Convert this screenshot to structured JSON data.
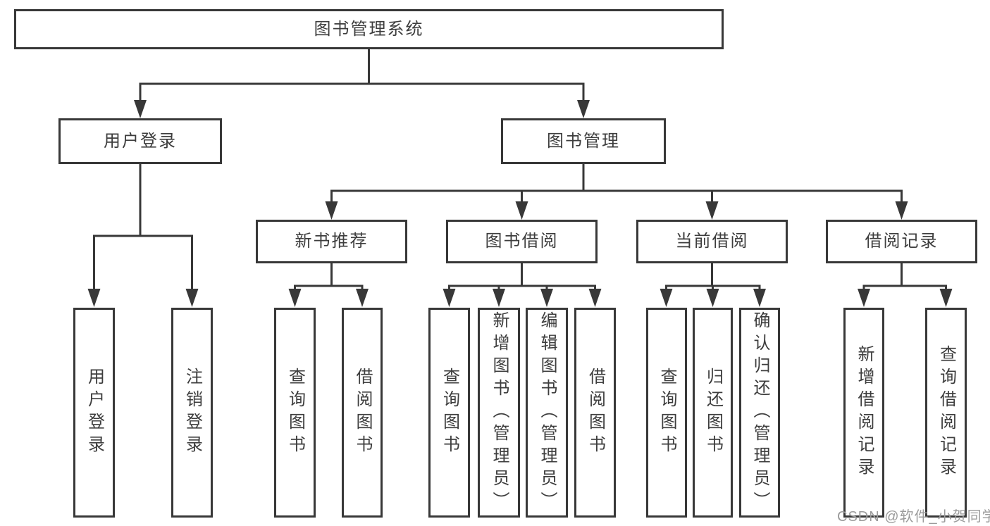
{
  "tree": {
    "root": {
      "label": "图书管理系统",
      "children": [
        {
          "label": "用户登录",
          "children": [
            {
              "label": "用户登录"
            },
            {
              "label": "注销登录"
            }
          ]
        },
        {
          "label": "图书管理",
          "children": [
            {
              "label": "新书推荐",
              "children": [
                {
                  "label": "查询图书"
                },
                {
                  "label": "借阅图书"
                }
              ]
            },
            {
              "label": "图书借阅",
              "children": [
                {
                  "label": "查询图书"
                },
                {
                  "label": "新增图书（管理员）"
                },
                {
                  "label": "编辑图书（管理员）"
                },
                {
                  "label": "借阅图书"
                }
              ]
            },
            {
              "label": "当前借阅",
              "children": [
                {
                  "label": "查询图书"
                },
                {
                  "label": "归还图书"
                },
                {
                  "label": "确认归还（管理员）"
                }
              ]
            },
            {
              "label": "借阅记录",
              "children": [
                {
                  "label": "新增借阅记录"
                },
                {
                  "label": "查询借阅记录"
                }
              ]
            }
          ]
        }
      ]
    }
  },
  "watermark": {
    "text": "CSDN @软件_小贺同学"
  },
  "colors": {
    "line": "#383838",
    "box_border": "#383838",
    "text": "#3d3d3d",
    "watermark": "#9b9b9b",
    "background": "#ffffff"
  }
}
